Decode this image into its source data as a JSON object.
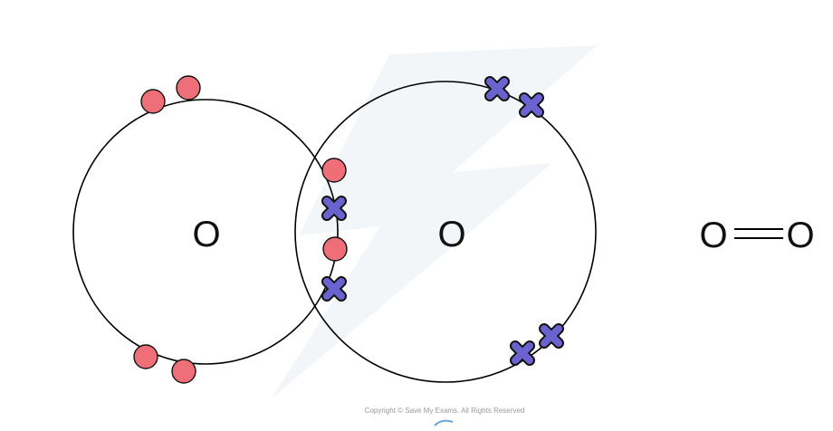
{
  "atoms": {
    "left_symbol": "O",
    "right_symbol": "O"
  },
  "formula": {
    "left": "O",
    "right": "O"
  },
  "copyright": "Copyright © Save My Exams. All Rights Reserved",
  "colors": {
    "dot_fill": "#ef6f78",
    "cross_fill": "#6a63cf",
    "outline": "#111111"
  }
}
